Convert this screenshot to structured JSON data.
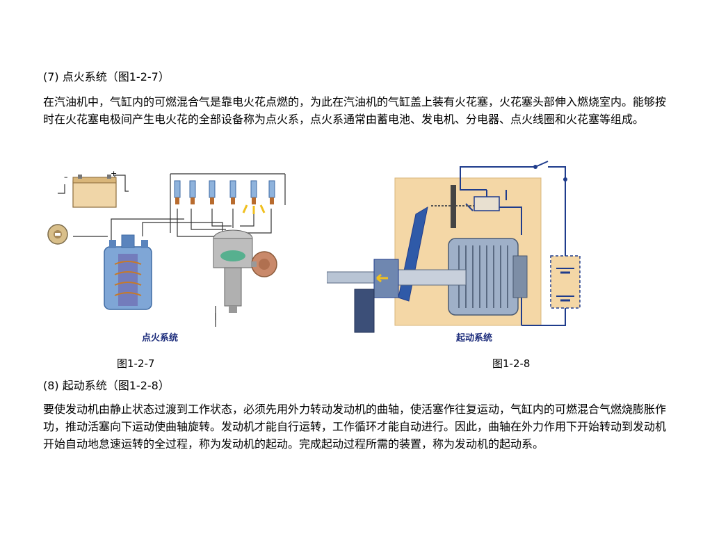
{
  "sections": [
    {
      "heading": "(7) 点火系统（图1-2-7）",
      "body": "在汽油机中，气缸内的可燃混合气是靠电火花点燃的，为此在汽油机的气缸盖上装有火花塞，火花塞头部伸入燃烧室内。能够按时在火花塞电极间产生电火花的全部设备称为点火系，点火系通常由蓄电池、发电机、分电器、点火线圈和火花塞等组成。"
    },
    {
      "heading": "(8) 起动系统（图1-2-8）",
      "body": "要使发动机由静止状态过渡到工作状态，必须先用外力转动发动机的曲轴，使活塞作往复运动，气缸内的可燃混合气燃烧膨胀作功，推动活塞向下运动使曲轴旋转。发动机才能自行运转，工作循环才能自动进行。因此，曲轴在外力作用下开始转动到发动机开始自动地怠速运转的全过程，称为发动机的起动。完成起动过程所需的装置，称为发动机的起动系。"
    }
  ],
  "figures": [
    {
      "caption": "图1-2-7",
      "image_label": "点火系统",
      "battery_minus": "–",
      "battery_plus": "+"
    },
    {
      "caption": "图1-2-8",
      "image_label": "起动系统"
    }
  ],
  "colors": {
    "text": "#000000",
    "figure_label": "#1a2a7a",
    "starter_bg": "#f4d7a6",
    "wire": "#1f3c8c"
  }
}
